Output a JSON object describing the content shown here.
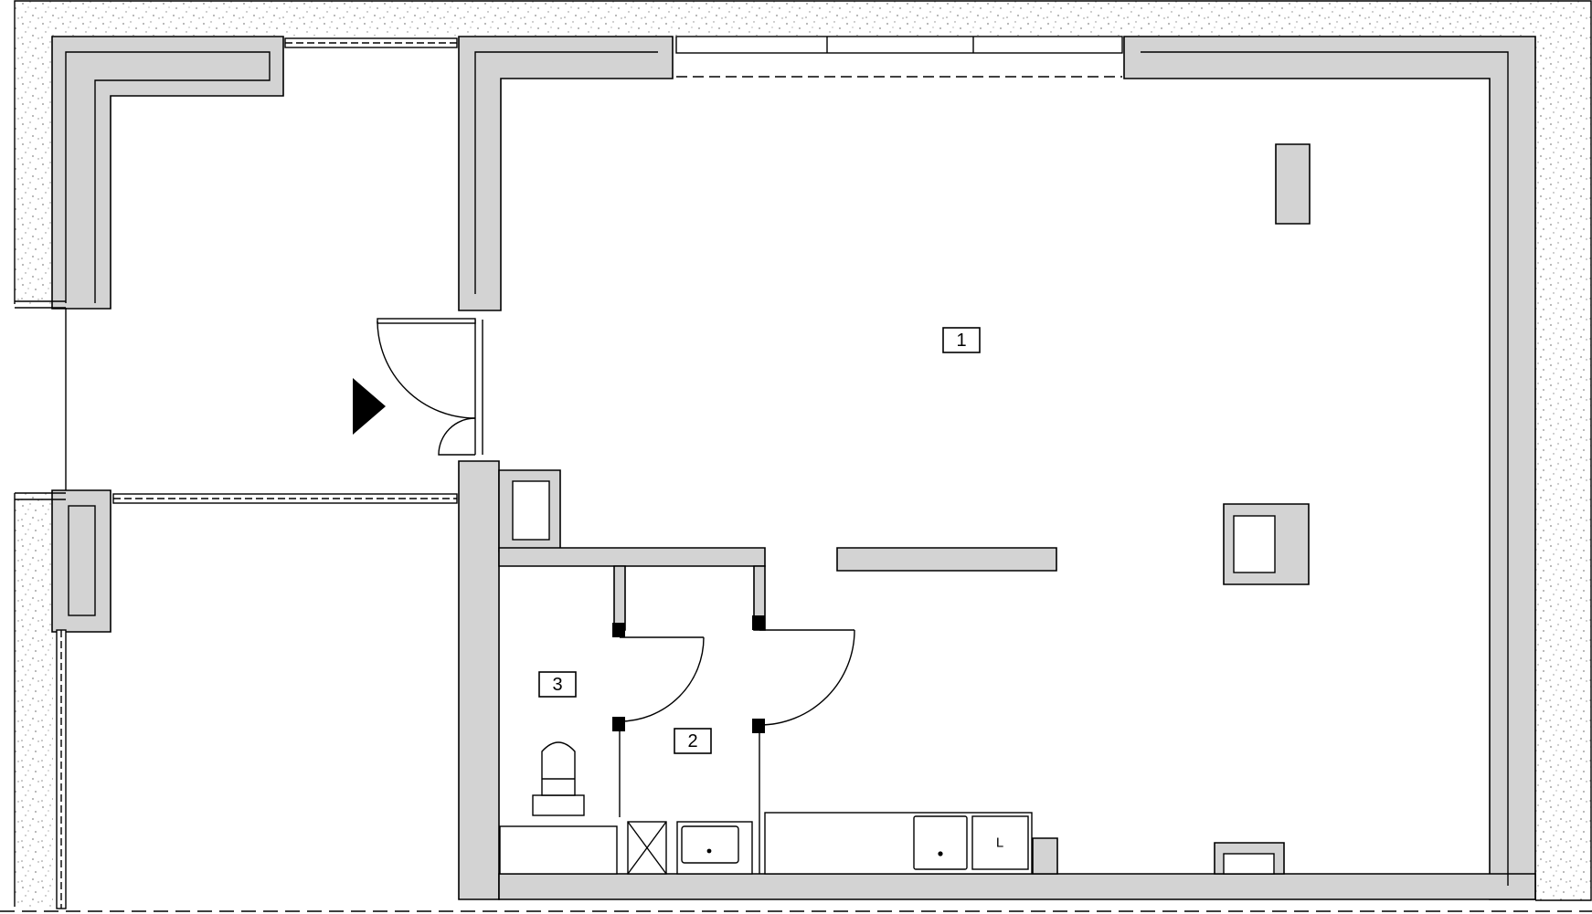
{
  "plan": {
    "rooms": [
      {
        "id": "room-1",
        "label": "1"
      },
      {
        "id": "room-2",
        "label": "2"
      },
      {
        "id": "room-3",
        "label": "3"
      }
    ],
    "fixtures": {
      "appliance_label": "L"
    },
    "colors": {
      "wall_fill": "#d3d3d3",
      "line": "#000000",
      "exterior_texture": "#8a8a8a",
      "background": "#ffffff"
    }
  }
}
